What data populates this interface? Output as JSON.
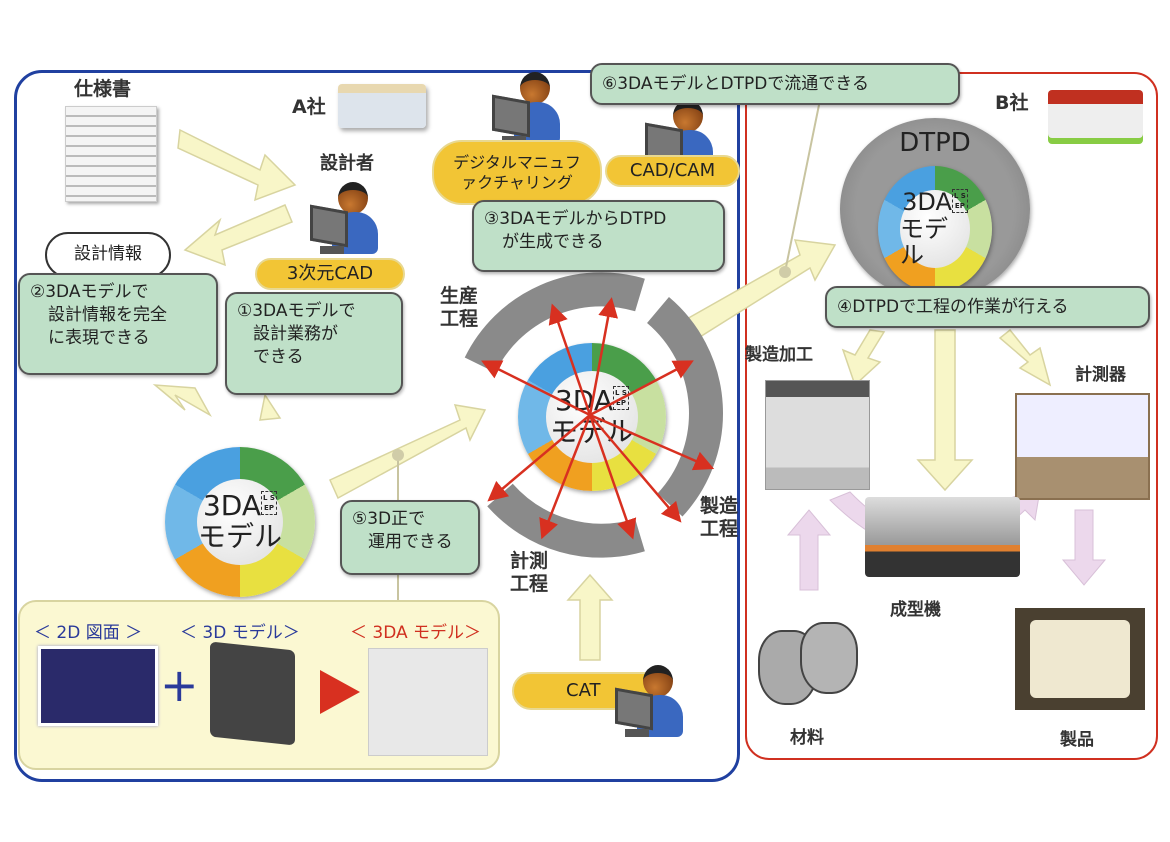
{
  "company_a": {
    "label": "A社",
    "spec_label": "仕様書",
    "designer_label": "設計者",
    "design_info": "設計情報",
    "cad_3d": "3次元CAD"
  },
  "company_b": {
    "label": "B社"
  },
  "notes": {
    "n1": [
      "①3DAモデルで",
      "設計業務が",
      "できる"
    ],
    "n2": [
      "②3DAモデルで",
      "設計情報を完全",
      "に表現できる"
    ],
    "n3": [
      "③3DAモデルからDTPD",
      "が生成できる"
    ],
    "n4": "④DTPDで工程の作業が行える",
    "n5": [
      "⑤3D正で",
      "運用できる"
    ],
    "n6": "⑥3DAモデルとDTPDで流通できる"
  },
  "pills": {
    "digital_mfg": "デジタルマニュファクチャリング",
    "cad_cam": "CAD/CAM",
    "cat": "CAT"
  },
  "model": {
    "line1": "3DA",
    "line2": "モデル",
    "sep": "L SEP"
  },
  "dtpd": "DTPD",
  "processes": {
    "production": "生産工程",
    "manufacturing": "製造工程",
    "measurement": "計測工程"
  },
  "b_side": {
    "machining": "製造加工",
    "measuring_device": "計測器",
    "molding_machine": "成型機",
    "material": "材料",
    "product": "製品"
  },
  "bottom_panel": {
    "drawing_2d": "＜ 2D 図面 ＞",
    "model_3d": "＜ 3D モデル＞",
    "model_3da": "＜ 3DA モデル＞"
  },
  "colors": {
    "a_border": "#2040a0",
    "b_border": "#d03020",
    "note_fill": "#bfe0c8",
    "pill_fill": "#f2c535",
    "arrow_fill": "#f8f6c8",
    "red_arrow": "#d83020"
  }
}
